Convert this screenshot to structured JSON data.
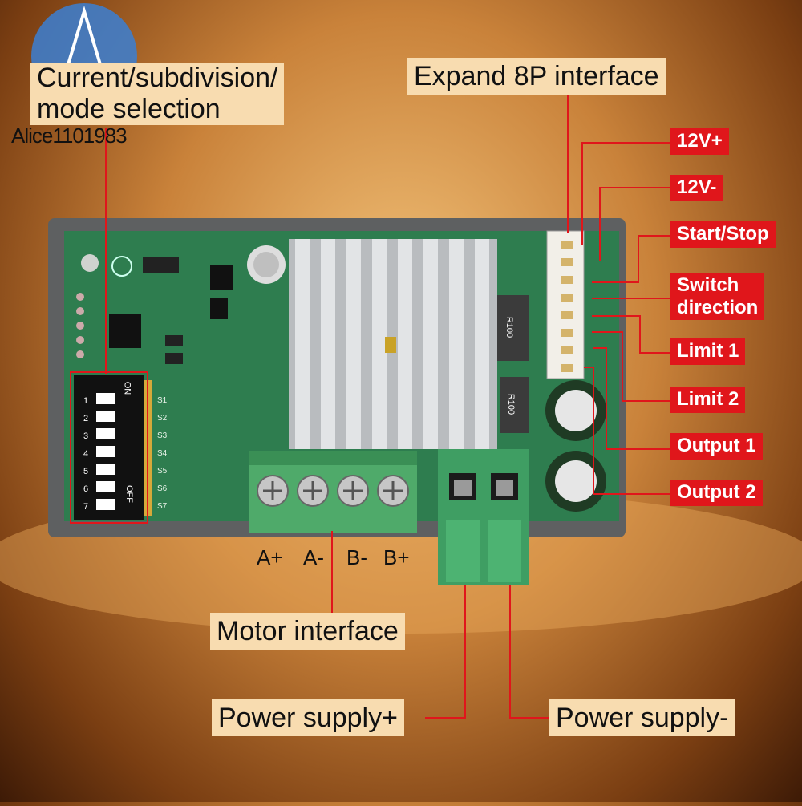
{
  "watermark": "Alice1101983",
  "callouts": {
    "current_selection_line1": "Current/subdivision/",
    "current_selection_line2": "mode selection",
    "expand_interface": "Expand 8P interface",
    "motor_interface": "Motor interface",
    "power_plus": "Power supply+",
    "power_minus": "Power supply-"
  },
  "pins": [
    {
      "label": "12V+"
    },
    {
      "label": "12V-"
    },
    {
      "label": "Start/Stop"
    },
    {
      "label": "Switch\ndirection"
    },
    {
      "label": "Limit 1"
    },
    {
      "label": "Limit 2"
    },
    {
      "label": "Output 1"
    },
    {
      "label": "Output 2"
    }
  ],
  "motor_terminals": [
    "A+",
    "A-",
    "B-",
    "B+"
  ],
  "board_marks": {
    "dip_on": "ON",
    "dip_off": "OFF",
    "dip_numbers": [
      "1",
      "2",
      "3",
      "4",
      "5",
      "6",
      "7"
    ],
    "dip_side": [
      "S1",
      "S2",
      "S3",
      "S4",
      "S5",
      "S6",
      "S7"
    ],
    "resistor1": "R100",
    "resistor2": "R100"
  },
  "colors": {
    "accent_red": "#e0161b",
    "label_bg": "#f8dcb0",
    "pcb_green": "#2e7d4f"
  }
}
